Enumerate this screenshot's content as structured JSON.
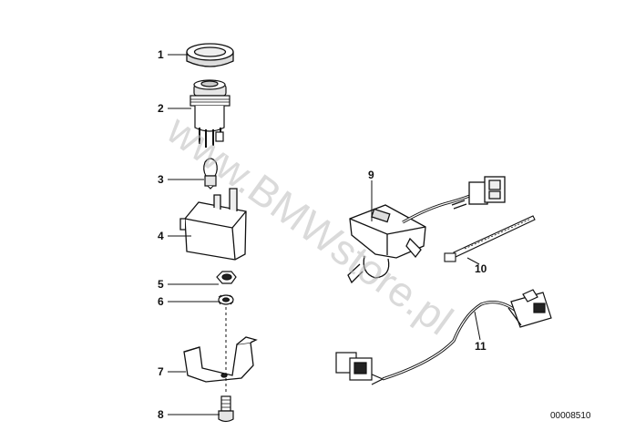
{
  "diagram": {
    "watermark": "www.BMWstore.pl",
    "part_number": "00008510",
    "callouts": [
      "1",
      "2",
      "3",
      "4",
      "5",
      "6",
      "7",
      "8",
      "9",
      "10",
      "11"
    ]
  },
  "parts": [
    {
      "id": "1",
      "name": "cap-icon"
    },
    {
      "id": "2",
      "name": "push-switch-icon"
    },
    {
      "id": "3",
      "name": "bulb-icon"
    },
    {
      "id": "4",
      "name": "relay-box-icon"
    },
    {
      "id": "5",
      "name": "hex-nut-icon"
    },
    {
      "id": "6",
      "name": "lock-washer-icon"
    },
    {
      "id": "7",
      "name": "mounting-bracket-icon"
    },
    {
      "id": "8",
      "name": "bolt-icon"
    },
    {
      "id": "9",
      "name": "handlebar-switch-icon"
    },
    {
      "id": "10",
      "name": "cable-tie-icon"
    },
    {
      "id": "11",
      "name": "wiring-harness-icon"
    }
  ]
}
